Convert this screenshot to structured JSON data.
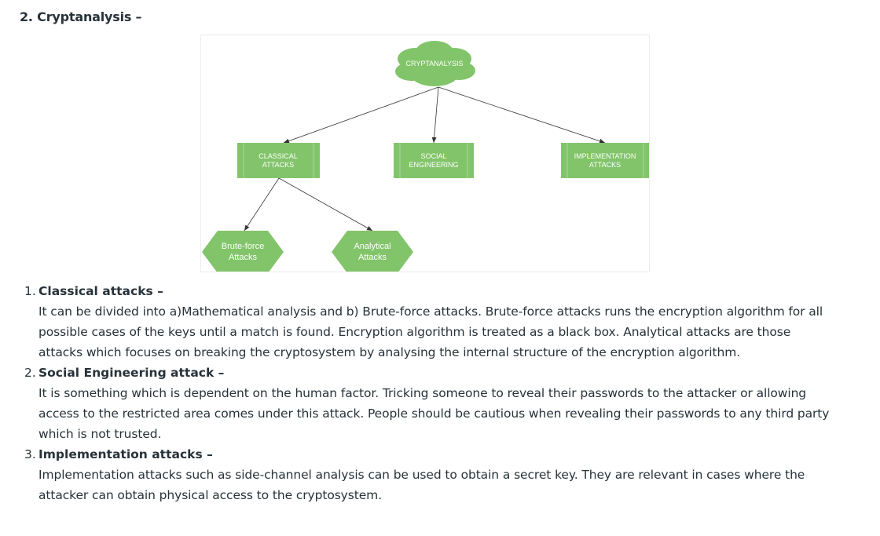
{
  "heading": "2. Cryptanalysis –",
  "diagram": {
    "root": "CRYPTANALYSIS",
    "level1": [
      {
        "line1": "CLASSICAL",
        "line2": "ATTACKS"
      },
      {
        "line1": "SOCIAL",
        "line2": "ENGINEERING"
      },
      {
        "line1": "IMPLEMENTATION",
        "line2": "ATTACKS"
      }
    ],
    "level2": [
      {
        "line1": "Brute-force",
        "line2": "Attacks"
      },
      {
        "line1": "Analytical",
        "line2": "Attacks"
      }
    ],
    "colors": {
      "node_fill": "#82c46a",
      "edge": "#333333"
    }
  },
  "items": [
    {
      "number": "1.",
      "title": "Classical attacks –",
      "body": "It can be divided into a)Mathematical analysis and b) Brute-force attacks. Brute-force attacks runs the encryption algorithm for all possible cases of the keys until a match is found. Encryption algorithm is treated as a black box. Analytical attacks are those attacks which focuses on breaking the cryptosystem by analysing the internal structure of the encryption algorithm."
    },
    {
      "number": "2.",
      "title": "Social Engineering attack –",
      "body": "It is something which is dependent on the human factor. Tricking someone to reveal their passwords to the attacker or allowing access to the restricted area comes under this attack. People should be cautious when revealing their passwords to any third party which is not trusted."
    },
    {
      "number": "3.",
      "title": "Implementation attacks –",
      "body": "Implementation attacks such as side-channel analysis can be used to obtain a secret key. They are relevant in cases where the attacker can obtain physical access to the cryptosystem."
    }
  ]
}
